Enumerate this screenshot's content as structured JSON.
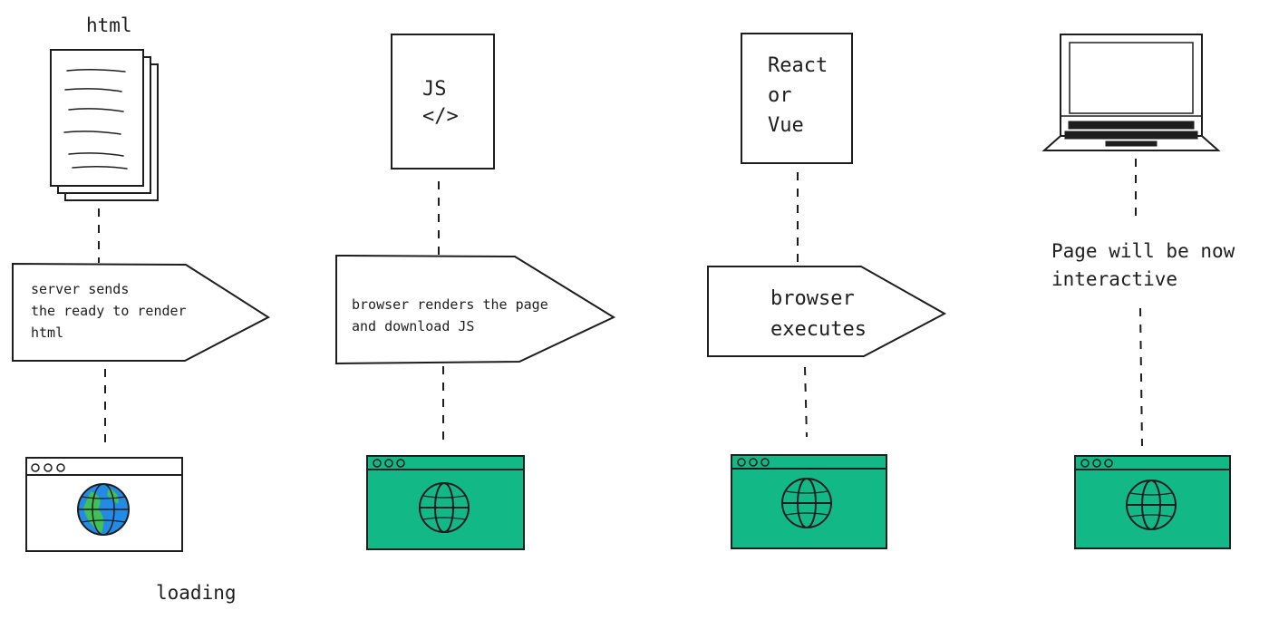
{
  "colors": {
    "stroke": "#1e1e1e",
    "green_fill": "#12b886",
    "globe_blue": "#228be6",
    "globe_green": "#40c057",
    "white": "#ffffff"
  },
  "labels": {
    "html_title": "html",
    "js_title": "JS",
    "js_code": "</>",
    "react_vue": "React\nor\nVue",
    "server_sends": "server sends\nthe ready to render\nhtml",
    "browser_renders": "browser renders the page\nand download JS",
    "browser_executes": "browser\nexecutes",
    "page_interactive": "Page will be now\ninteractive",
    "loading": "loading"
  },
  "icons": {
    "html_documents": "html-documents-icon",
    "js_file": "js-file-icon",
    "framework_file": "framework-file-icon",
    "laptop": "laptop-icon",
    "browser_window": "browser-window-icon",
    "globe": "globe-icon"
  }
}
